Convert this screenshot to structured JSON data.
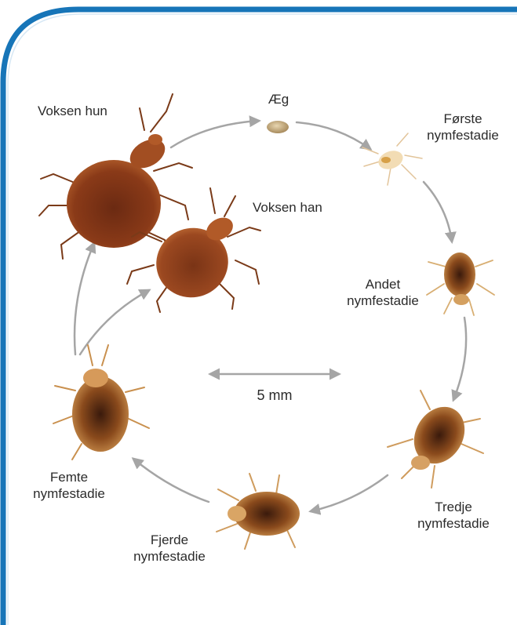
{
  "colors": {
    "border": "#1775b8",
    "arrow": "#a5a5a5",
    "text": "#2b2b2b"
  },
  "labels": {
    "egg": "Æg",
    "adult_female": "Voksen hun",
    "adult_male": "Voksen han",
    "first_line1": "Første",
    "first_line2": "nymfestadie",
    "second_line1": "Andet",
    "second_line2": "nymfestadie",
    "third_line1": "Tredje",
    "third_line2": "nymfestadie",
    "fourth_line1": "Fjerde",
    "fourth_line2": "nymfestadie",
    "fifth_line1": "Femte",
    "fifth_line2": "nymfestadie",
    "scale": "5 mm"
  }
}
